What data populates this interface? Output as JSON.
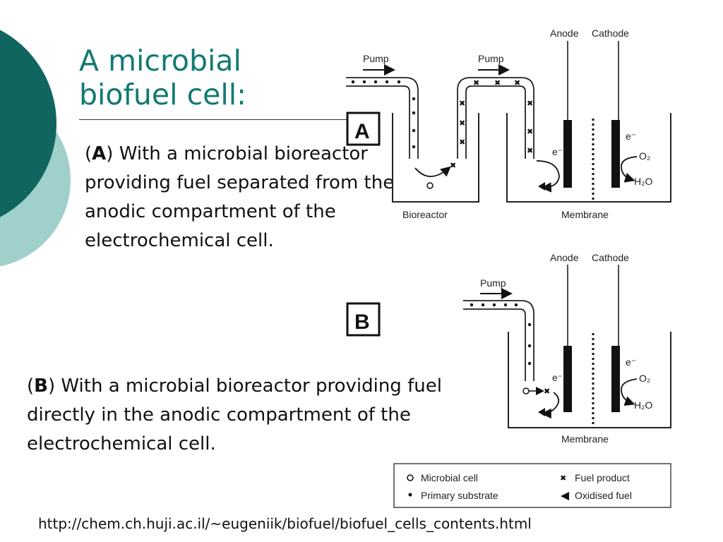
{
  "slide": {
    "title_line1": "A microbial",
    "title_line2": "biofuel cell:",
    "para_a_letter": "A",
    "para_a_text": " With a microbial bioreactor providing fuel separated from the anodic compartment of the electrochemical cell.",
    "para_b_letter": "B",
    "para_b_text": " With a microbial bioreactor providing fuel directly in the anodic compartment of the electrochemical cell.",
    "source_url": "http://chem.ch.huji.ac.il/~eugeniik/biofuel/biofuel_cells_contents.html",
    "accent_color": "#127a73",
    "accent_light_color": "#9fd0cc"
  },
  "figure_a": {
    "panel_label": "A",
    "pump1": "Pump",
    "pump2": "Pump",
    "anode": "Anode",
    "cathode": "Cathode",
    "electron": "e⁻",
    "electron2": "e⁻",
    "o2": "O₂",
    "h2o": "H₂O",
    "bioreactor": "Bioreactor",
    "membrane": "Membrane"
  },
  "figure_b": {
    "panel_label": "B",
    "pump": "Pump",
    "anode": "Anode",
    "cathode": "Cathode",
    "electron": "e⁻",
    "electron2": "e⁻",
    "o2": "O₂",
    "h2o": "H₂O",
    "membrane": "Membrane"
  },
  "legend": {
    "microbial_cell": "Microbial cell",
    "fuel_product": "Fuel product",
    "primary_substrate": "Primary substrate",
    "oxidised_fuel": "Oxidised fuel"
  }
}
